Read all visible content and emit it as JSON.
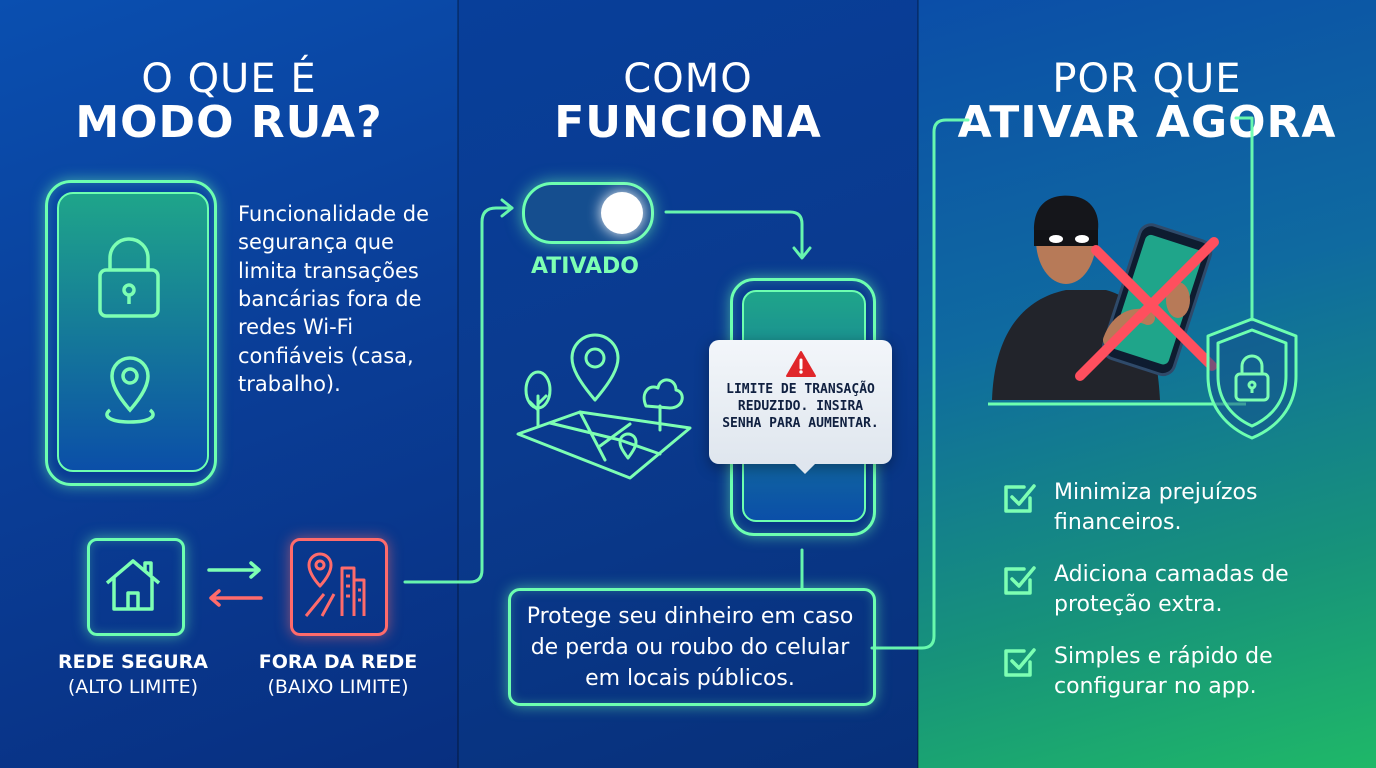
{
  "panel1": {
    "title_line1": "O QUE É",
    "title_line2": "MODO RUA?",
    "description": "Funcionalidade de segurança que limita transações bancárias fora de redes Wi-Fi confiáveis (casa, trabalho).",
    "safe_network": {
      "label": "REDE SEGURA",
      "sublabel": "(ALTO LIMITE)"
    },
    "outside_network": {
      "label": "FORA DA REDE",
      "sublabel": "(BAIXO LIMITE)"
    }
  },
  "panel2": {
    "title_line1": "COMO",
    "title_line2": "FUNCIONA",
    "toggle_label": "ATIVADO",
    "alert_text": "LIMITE DE TRANSAÇÃO REDUZIDO. INSIRA SENHA PARA AUMENTAR.",
    "protect_text": "Protege seu dinheiro em caso de perda ou roubo do celular em locais públicos."
  },
  "panel3": {
    "title_line1": "POR QUE",
    "title_line2": "ATIVAR AGORA",
    "benefits": [
      "Minimiza prejuízos financeiros.",
      "Adiciona camadas de proteção extra.",
      "Simples e rápido de configurar no app."
    ]
  },
  "colors": {
    "neon_green": "#6dffb0",
    "neon_red": "#ff6b6b",
    "warning": "#e0262a"
  }
}
